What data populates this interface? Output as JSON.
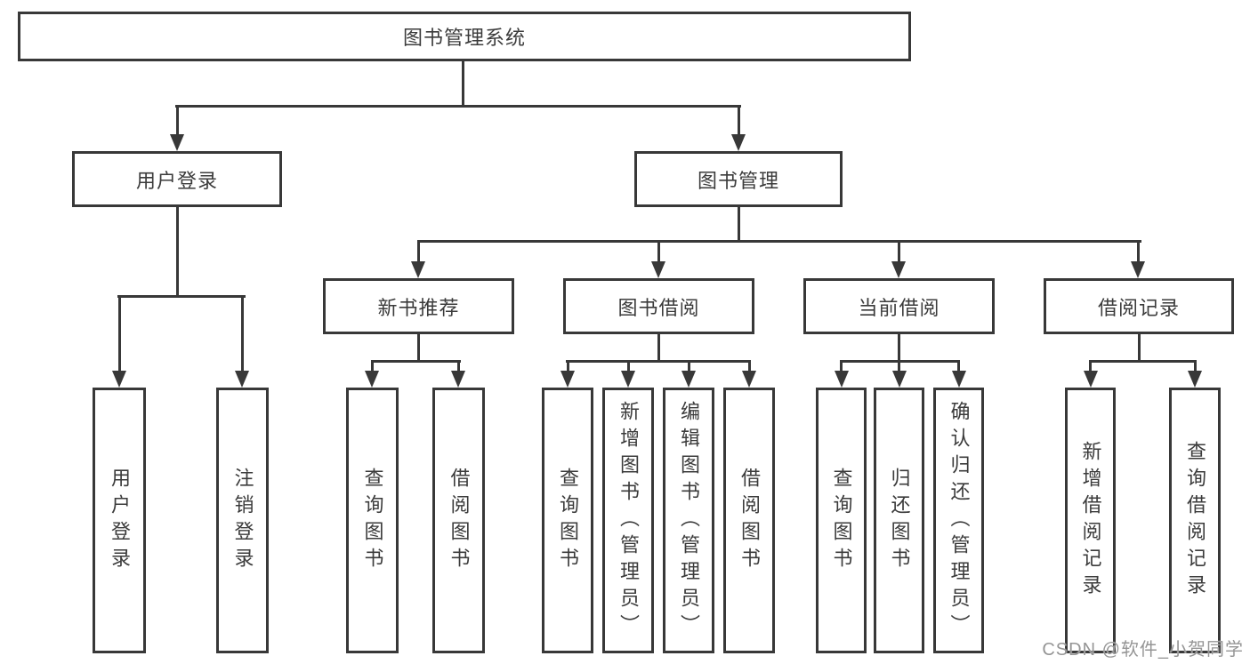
{
  "nodes": {
    "root": {
      "label": "图书管理系统"
    },
    "user_login": {
      "label": "用户登录"
    },
    "book_mgmt": {
      "label": "图书管理"
    },
    "new_book_rec": {
      "label": "新书推荐"
    },
    "book_borrow": {
      "label": "图书借阅"
    },
    "current_borrow": {
      "label": "当前借阅"
    },
    "borrow_records": {
      "label": "借阅记录"
    },
    "leaf_user_login": {
      "label": "用户登录"
    },
    "leaf_logout": {
      "label": "注销登录"
    },
    "leaf_query_books_1": {
      "label": "查询图书"
    },
    "leaf_borrow_books_1": {
      "label": "借阅图书"
    },
    "leaf_query_books_2": {
      "label": "查询图书"
    },
    "leaf_add_books": {
      "label": "新增图书（管理员）"
    },
    "leaf_edit_books": {
      "label": "编辑图书（管理员）"
    },
    "leaf_borrow_books_2": {
      "label": "借阅图书"
    },
    "leaf_query_books_3": {
      "label": "查询图书"
    },
    "leaf_return_books": {
      "label": "归还图书"
    },
    "leaf_confirm_return": {
      "label": "确认归还（管理员）"
    },
    "leaf_add_record": {
      "label": "新增借阅记录"
    },
    "leaf_query_record": {
      "label": "查询借阅记录"
    }
  },
  "watermark": {
    "text": "CSDN @软件_小贺同学"
  },
  "colors": {
    "line": "#383838",
    "text": "#3b3b3b",
    "background": "#ffffff",
    "watermark": "#959595"
  }
}
